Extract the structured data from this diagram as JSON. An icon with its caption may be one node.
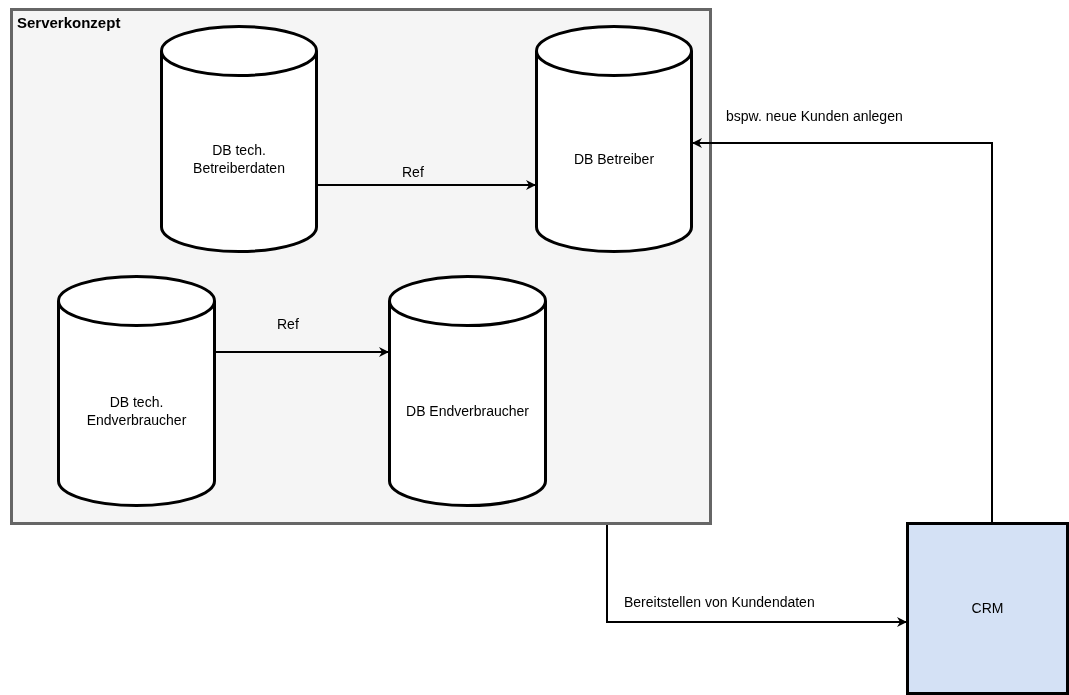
{
  "diagram": {
    "nodes": [
      {
        "text": [
          "Serverkonzept"
        ]
      },
      {
        "text": [
          "DB tech. Betreiberdaten"
        ],
        "in": 0
      },
      {
        "text": [
          "DB Betreiber"
        ],
        "in": 0
      },
      {
        "text": [
          "DB tech. Endverbraucher"
        ],
        "in": 0
      },
      {
        "text": [
          "DB Endverbraucher"
        ],
        "in": 0
      },
      {
        "text": [
          "CRM"
        ]
      }
    ],
    "edges": [
      {
        "from": 1,
        "to": 2,
        "arrow": "to",
        "label": "Ref"
      },
      {
        "from": 3,
        "to": 4,
        "arrow": "to",
        "label": "Ref"
      },
      {
        "from": 5,
        "to": 2,
        "arrow": "to",
        "label": "bspw. neue Kunden anlegen"
      },
      {
        "from": 0,
        "to": 5,
        "arrow": "to",
        "label": "Bereitstellen von Kundendaten"
      }
    ]
  }
}
